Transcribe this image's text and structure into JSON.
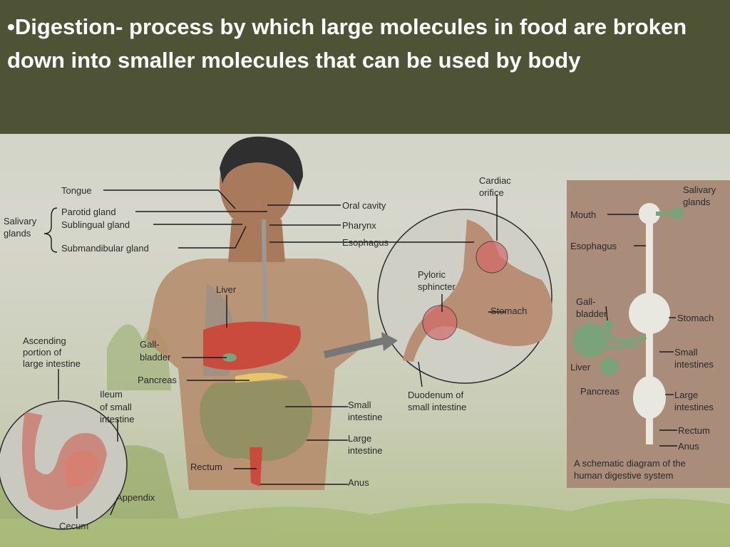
{
  "slide": {
    "title": "•Digestion- process by which large molecules in food are broken down into smaller molecules that can be used by body"
  },
  "diagram": {
    "body_labels": {
      "tongue": "Tongue",
      "salivary_glands": [
        "Salivary",
        "glands"
      ],
      "parotid": "Parotid gland",
      "sublingual": "Sublingual gland",
      "submandibular": "Submandibular gland",
      "oral_cavity": "Oral cavity",
      "pharynx": "Pharynx",
      "esophagus": "Esophagus",
      "liver": "Liver",
      "gallbladder": [
        "Gall-",
        "bladder"
      ],
      "pancreas": "Pancreas",
      "small_intestine": [
        "Small",
        "intestine"
      ],
      "large_intestine": [
        "Large",
        "intestine"
      ],
      "rectum": "Rectum",
      "anus": "Anus"
    },
    "intestine_inset": {
      "ascending": [
        "Ascending",
        "portion of",
        "large intestine"
      ],
      "ileum": [
        "Ileum",
        "of small",
        "intestine"
      ],
      "appendix": "Appendix",
      "cecum": "Cecum"
    },
    "stomach_inset": {
      "cardiac": [
        "Cardiac",
        "orifice"
      ],
      "pyloric": [
        "Pyloric",
        "sphincter"
      ],
      "stomach": "Stomach",
      "duodenum": [
        "Duodenum of",
        "small intestine"
      ]
    },
    "schematic": {
      "salivary": [
        "Salivary",
        "glands"
      ],
      "mouth": "Mouth",
      "esophagus": "Esophagus",
      "gallbladder": [
        "Gall-",
        "bladder"
      ],
      "stomach": "Stomach",
      "liver": "Liver",
      "small_intestines": [
        "Small",
        "intestines"
      ],
      "pancreas": "Pancreas",
      "large_intestines": [
        "Large",
        "intestines"
      ],
      "rectum": "Rectum",
      "anus": "Anus",
      "caption": [
        "A schematic diagram of the",
        "human digestive system"
      ]
    },
    "colors": {
      "title_bar": "#4f5336",
      "title_text": "#ffffff",
      "schematic_panel": "#a98c7a",
      "schematic_organs": "#e8e8e0",
      "schematic_green": "#7aa37a",
      "liver": "#c94b3e",
      "skin": "#b58a6a"
    }
  }
}
